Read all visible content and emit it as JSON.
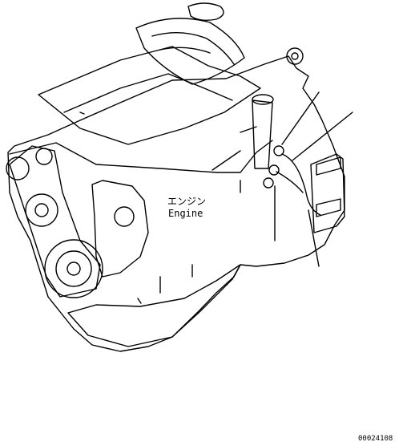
{
  "diagram": {
    "label_jp": "エンジン",
    "label_en": "Engine",
    "figure_number": "00024108"
  }
}
